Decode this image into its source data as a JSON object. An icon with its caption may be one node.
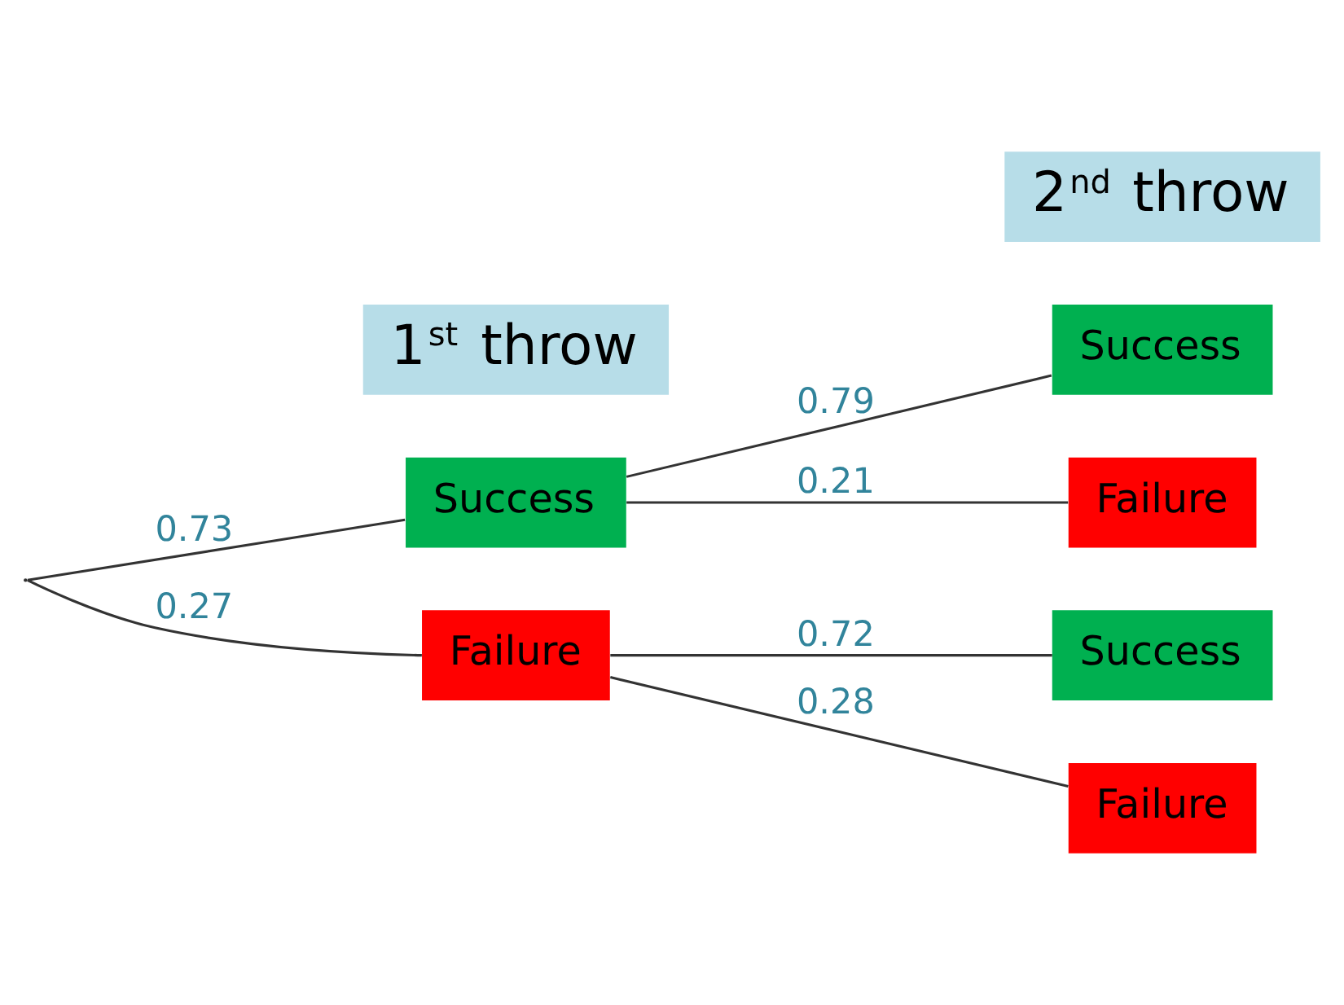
{
  "diagram": {
    "nodes": [
      {
        "text": [
          "1$^{st}$ throw"
        ]
      },
      {
        "text": [
          "2$^{nd}$ throw"
        ]
      },
      {
        "text": [],
        "shape": "point"
      },
      {
        "text": [
          "Success"
        ]
      },
      {
        "text": [
          "Failure"
        ]
      },
      {
        "text": [
          "Success"
        ]
      },
      {
        "text": [
          "Failure"
        ]
      },
      {
        "text": [
          "Success"
        ]
      },
      {
        "text": [
          "Failure"
        ]
      }
    ],
    "edges": [
      {
        "from": 2,
        "to": 3,
        "arrow": "none",
        "label": "0.73"
      },
      {
        "from": 2,
        "to": 4,
        "arrow": "none",
        "label": "0.27"
      },
      {
        "from": 3,
        "to": 5,
        "arrow": "none",
        "label": "0.79"
      },
      {
        "from": 3,
        "to": 6,
        "arrow": "none",
        "label": "0.21"
      },
      {
        "from": 4,
        "to": 7,
        "arrow": "none",
        "label": "0.72"
      },
      {
        "from": 4,
        "to": 8,
        "arrow": "none",
        "label": "0.28"
      }
    ]
  }
}
